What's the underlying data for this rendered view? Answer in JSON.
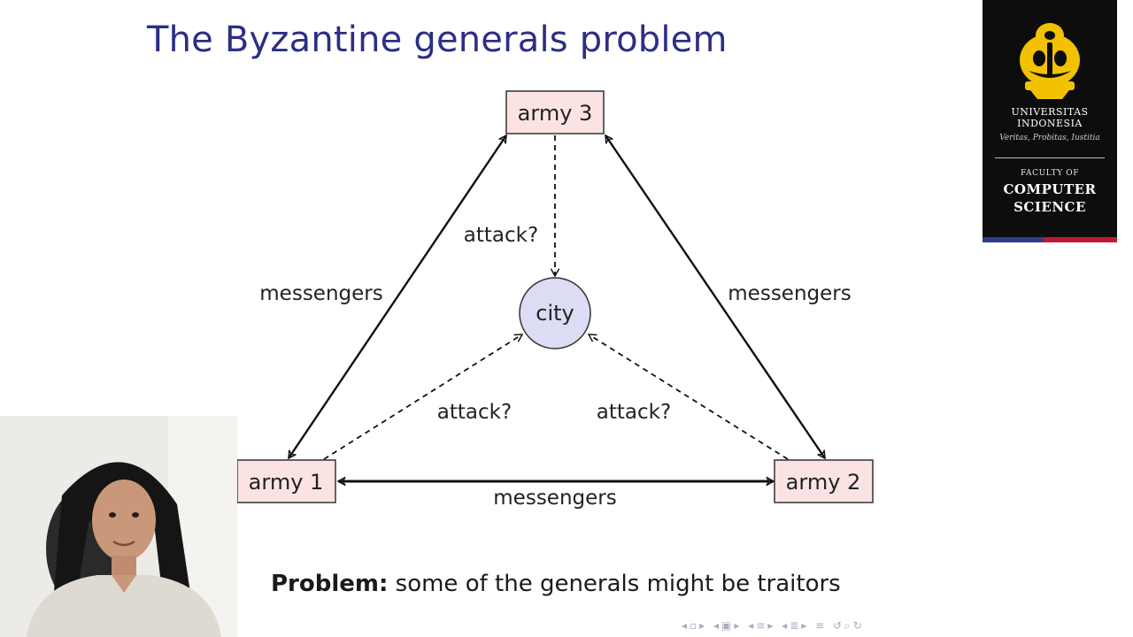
{
  "slide": {
    "title": "The Byzantine generals problem",
    "problem_label": "Problem:",
    "problem_text": " some of the generals might be traitors"
  },
  "diagram": {
    "nodes": {
      "army1": "army 1",
      "army2": "army 2",
      "army3": "army 3",
      "city": "city"
    },
    "edge_labels": {
      "messengers_left": "messengers",
      "messengers_right": "messengers",
      "messengers_bottom": "messengers",
      "attack_army3": "attack?",
      "attack_army1": "attack?",
      "attack_army2": "attack?"
    },
    "colors": {
      "army_fill": "#fbe3e3",
      "city_fill": "#dcdcf5",
      "title": "#2b2f85"
    }
  },
  "logo": {
    "university_line1": "UNIVERSITAS",
    "university_line2": "INDONESIA",
    "motto": "Veritas, Probitas, Iustitia",
    "faculty_of": "FACULTY OF",
    "faculty_line1": "COMPUTER",
    "faculty_line2": "SCIENCE"
  },
  "navigation": {
    "icons": [
      "nav-prev-icon",
      "nav-frame-icon",
      "nav-subsection-icon",
      "nav-section-icon",
      "nav-align-icon",
      "nav-search-icon"
    ]
  }
}
